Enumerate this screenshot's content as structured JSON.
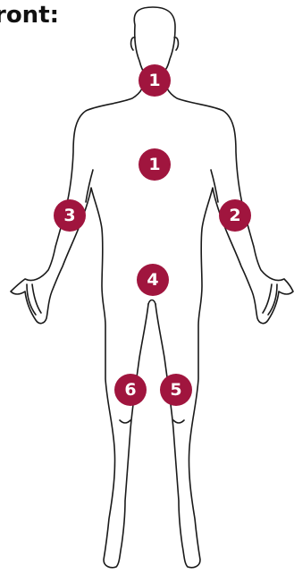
{
  "title": "ront:",
  "marker_color": "#a0153e",
  "markers": [
    {
      "id": "neck",
      "label": "1"
    },
    {
      "id": "chest",
      "label": "1"
    },
    {
      "id": "right-upper-arm",
      "label": "3"
    },
    {
      "id": "left-upper-arm",
      "label": "2"
    },
    {
      "id": "abdomen",
      "label": "4"
    },
    {
      "id": "right-knee",
      "label": "6"
    },
    {
      "id": "left-knee",
      "label": "5"
    }
  ]
}
